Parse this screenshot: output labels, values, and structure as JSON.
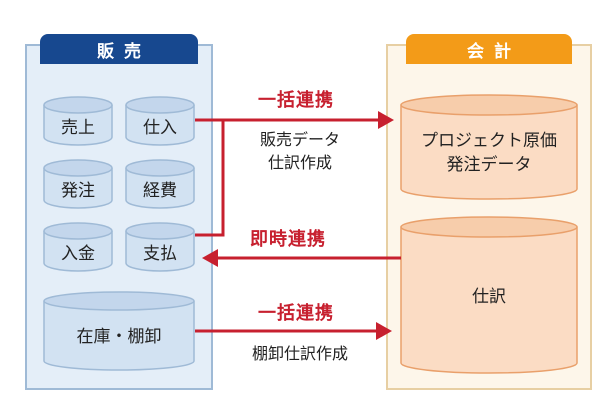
{
  "sales": {
    "title": "販売",
    "items": [
      "売上",
      "仕入",
      "発注",
      "経費",
      "入金",
      "支払"
    ],
    "inventory": "在庫・棚卸"
  },
  "accounting": {
    "title": "会計",
    "project_data": [
      "プロジェクト原価",
      "発注データ"
    ],
    "journal": "仕訳"
  },
  "flows": {
    "top_label": "一括連携",
    "top_sublabel": [
      "販売データ",
      "仕訳作成"
    ],
    "middle_label": "即時連携",
    "bottom_label": "一括連携",
    "bottom_sublabel": "棚卸仕訳作成"
  },
  "colors": {
    "sales_header": "#17488f",
    "sales_panel": "#e4eef8",
    "accounting_header": "#f39b18",
    "accounting_panel": "#fdf6ea",
    "flow_arrow": "#c7202f"
  }
}
